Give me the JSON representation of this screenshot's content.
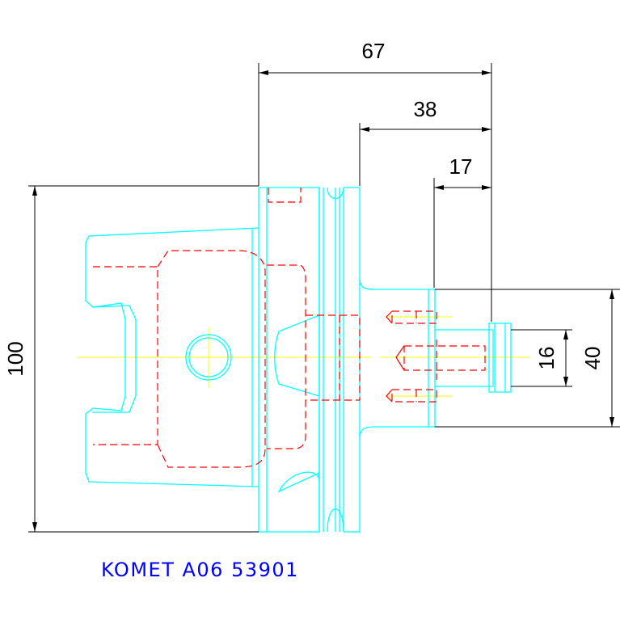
{
  "dimensions": {
    "overall_length": "67",
    "flange_to_end": "38",
    "shank_length": "17",
    "total_height": "100",
    "shank_diameter": "16",
    "collar_diameter": "40"
  },
  "caption": "KOMET A06 53901",
  "colors": {
    "outline": "#00ffff",
    "hidden": "#ff0000",
    "centerline": "#ffff00",
    "dimension": "#000000",
    "caption": "#0000ff"
  }
}
